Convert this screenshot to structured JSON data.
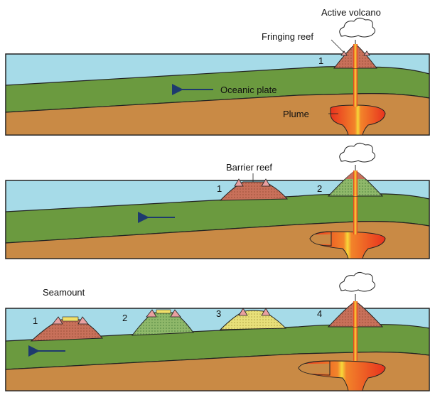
{
  "panel1": {
    "active_volcano": "Active volcano",
    "fringing_reef": "Fringing reef",
    "oceanic_plate": "Oceanic plate",
    "plume": "Plume",
    "num1": "1"
  },
  "panel2": {
    "barrier_reef": "Barrier reef",
    "num1": "1",
    "num2": "2"
  },
  "panel3": {
    "seamount": "Seamount",
    "num1": "1",
    "num2": "2",
    "num3": "3",
    "num4": "4"
  },
  "colors": {
    "ocean": "#a6dbe8",
    "plate": "#6b9a3f",
    "mantle": "#c98a45",
    "plume_red": "#e8321e",
    "plume_yellow": "#f7d93a",
    "arrow": "#1e3a6e",
    "volcano": "#c8705a",
    "reef_pink": "#e9a0a0"
  }
}
